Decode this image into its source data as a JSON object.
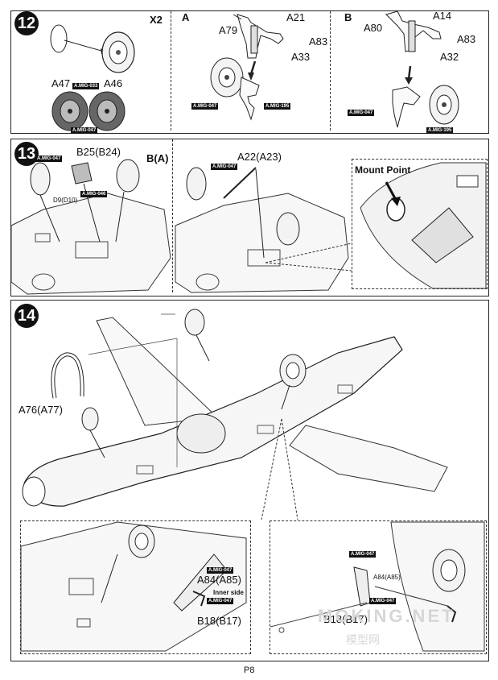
{
  "page": {
    "number": "P8"
  },
  "step12": {
    "number": "12",
    "quantity": "X2",
    "wheel_parts": {
      "a47": "A47",
      "a46": "A46"
    },
    "wheel_tags": {
      "mig033": "A.MIG-033",
      "mig047": "A.MIG-047"
    },
    "variant_a": {
      "letter": "A",
      "parts": {
        "a21": "A21",
        "a79": "A79",
        "a83": "A83",
        "a33": "A33"
      },
      "tags": {
        "mig047": "A.MIG-047",
        "mig195": "A.MIG-195"
      }
    },
    "variant_b": {
      "letter": "B",
      "parts": {
        "a14": "A14",
        "a80": "A80",
        "a83": "A83",
        "a32": "A32"
      },
      "tags": {
        "mig047": "A.MIG-047",
        "mig195": "A.MIG-195"
      }
    }
  },
  "step13": {
    "number": "13",
    "parts": {
      "b25": "B25(B24)",
      "d9": "D9(D10)",
      "ba": "B(A)",
      "a22": "A22(A23)"
    },
    "tags": {
      "mig047_a": "A.MIG-047",
      "mig046": "A.MIG-046",
      "mig047_b": "A.MIG-047"
    },
    "detail": {
      "mount_point": "Mount Point"
    }
  },
  "step14": {
    "number": "14",
    "parts": {
      "a76": "A76(A77)"
    },
    "detail_left": {
      "tags": {
        "mig047_a": "A.MIG-047",
        "mig047_b": "A.MIG-047"
      },
      "parts": {
        "a84": "A84(A85)",
        "b18": "B18(B17)"
      },
      "note": "Inner side"
    },
    "detail_right": {
      "tags": {
        "mig047_a": "A.MIG-047",
        "mig047_b": "A.MIG-047"
      },
      "parts": {
        "a84": "A84(A85)",
        "b18": "B18(B17)"
      }
    }
  },
  "watermark": {
    "line1": "MOKING.NET",
    "line2": "模型网"
  }
}
